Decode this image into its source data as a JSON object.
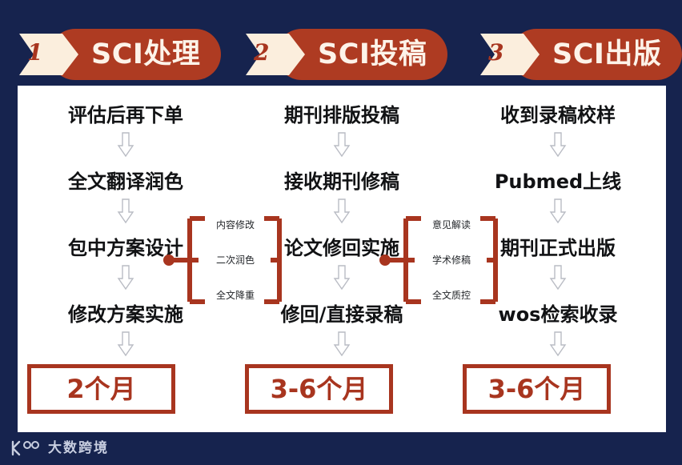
{
  "page": {
    "background_color": "#16234e",
    "card_color": "#ffffff",
    "accent_red": "#a8351f",
    "header_red": "#ae3b22",
    "header_text_color": "#fdf3e9"
  },
  "headers": [
    {
      "number": "1",
      "label": "SCI处理"
    },
    {
      "number": "2",
      "label": "SCI投稿"
    },
    {
      "number": "3",
      "label": "SCI出版"
    }
  ],
  "columns": [
    {
      "steps": [
        "评估后再下单",
        "全文翻译润色",
        "包中方案设计",
        "修改方案实施"
      ],
      "duration": "2个月"
    },
    {
      "steps": [
        "期刊排版投稿",
        "接收期刊修稿",
        "论文修回实施",
        "修回/直接录稿"
      ],
      "duration": "3-6个月"
    },
    {
      "steps": [
        "收到录稿校样",
        "Pubmed上线",
        "期刊正式出版",
        "wos检索收录"
      ],
      "duration": "3-6个月"
    }
  ],
  "branches": [
    {
      "attached_to": "包中方案设计",
      "items": [
        "内容修改",
        "二次润色",
        "全文降重"
      ]
    },
    {
      "attached_to": "论文修回实施",
      "items": [
        "意见解读",
        "学术修稿",
        "全文质控"
      ]
    }
  ],
  "footer": {
    "brand": "大数跨境"
  }
}
